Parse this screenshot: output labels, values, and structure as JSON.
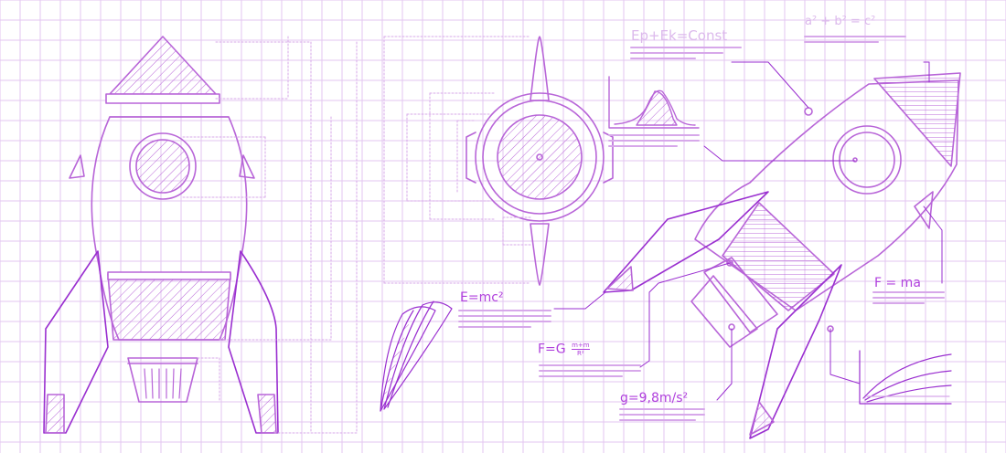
{
  "colors": {
    "background": "#ffffff",
    "grid": "#e3c6f0",
    "primary_stroke": "#b865d8",
    "accent_stroke": "#9a2fd0",
    "light_stroke": "#d7a8ea",
    "label_text": "#b040dd",
    "faint_text": "#dcb9ec"
  },
  "formulas": {
    "ep_ek": "Ep+Ek=Const",
    "pythagoras": "a² + b² = c²",
    "mass_energy": "E=mc²",
    "gravity_prefix": "F=G",
    "gravity_fraction_top": "m+m",
    "gravity_fraction_bottom": "R²",
    "g_constant": "g=9,8m/s²",
    "newton_second": "F = ma"
  },
  "icons": {
    "rocket_front": "rocket-front-view-icon",
    "rocket_top": "rocket-top-view-icon",
    "rocket_flying": "rocket-flying-icon",
    "bell_curve": "bell-curve-chart-icon",
    "growth_curves": "growth-curves-chart-icon",
    "wing_fins": "wing-fins-sketch-icon"
  }
}
